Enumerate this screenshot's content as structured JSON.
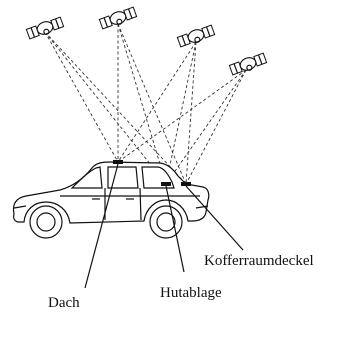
{
  "labels": {
    "roof": "Dach",
    "parcel_shelf": "Hutablage",
    "trunk_lid": "Kofferraumdeckel"
  },
  "satellites": [
    {
      "name": "satellite-1"
    },
    {
      "name": "satellite-2"
    },
    {
      "name": "satellite-3"
    },
    {
      "name": "satellite-4"
    }
  ]
}
